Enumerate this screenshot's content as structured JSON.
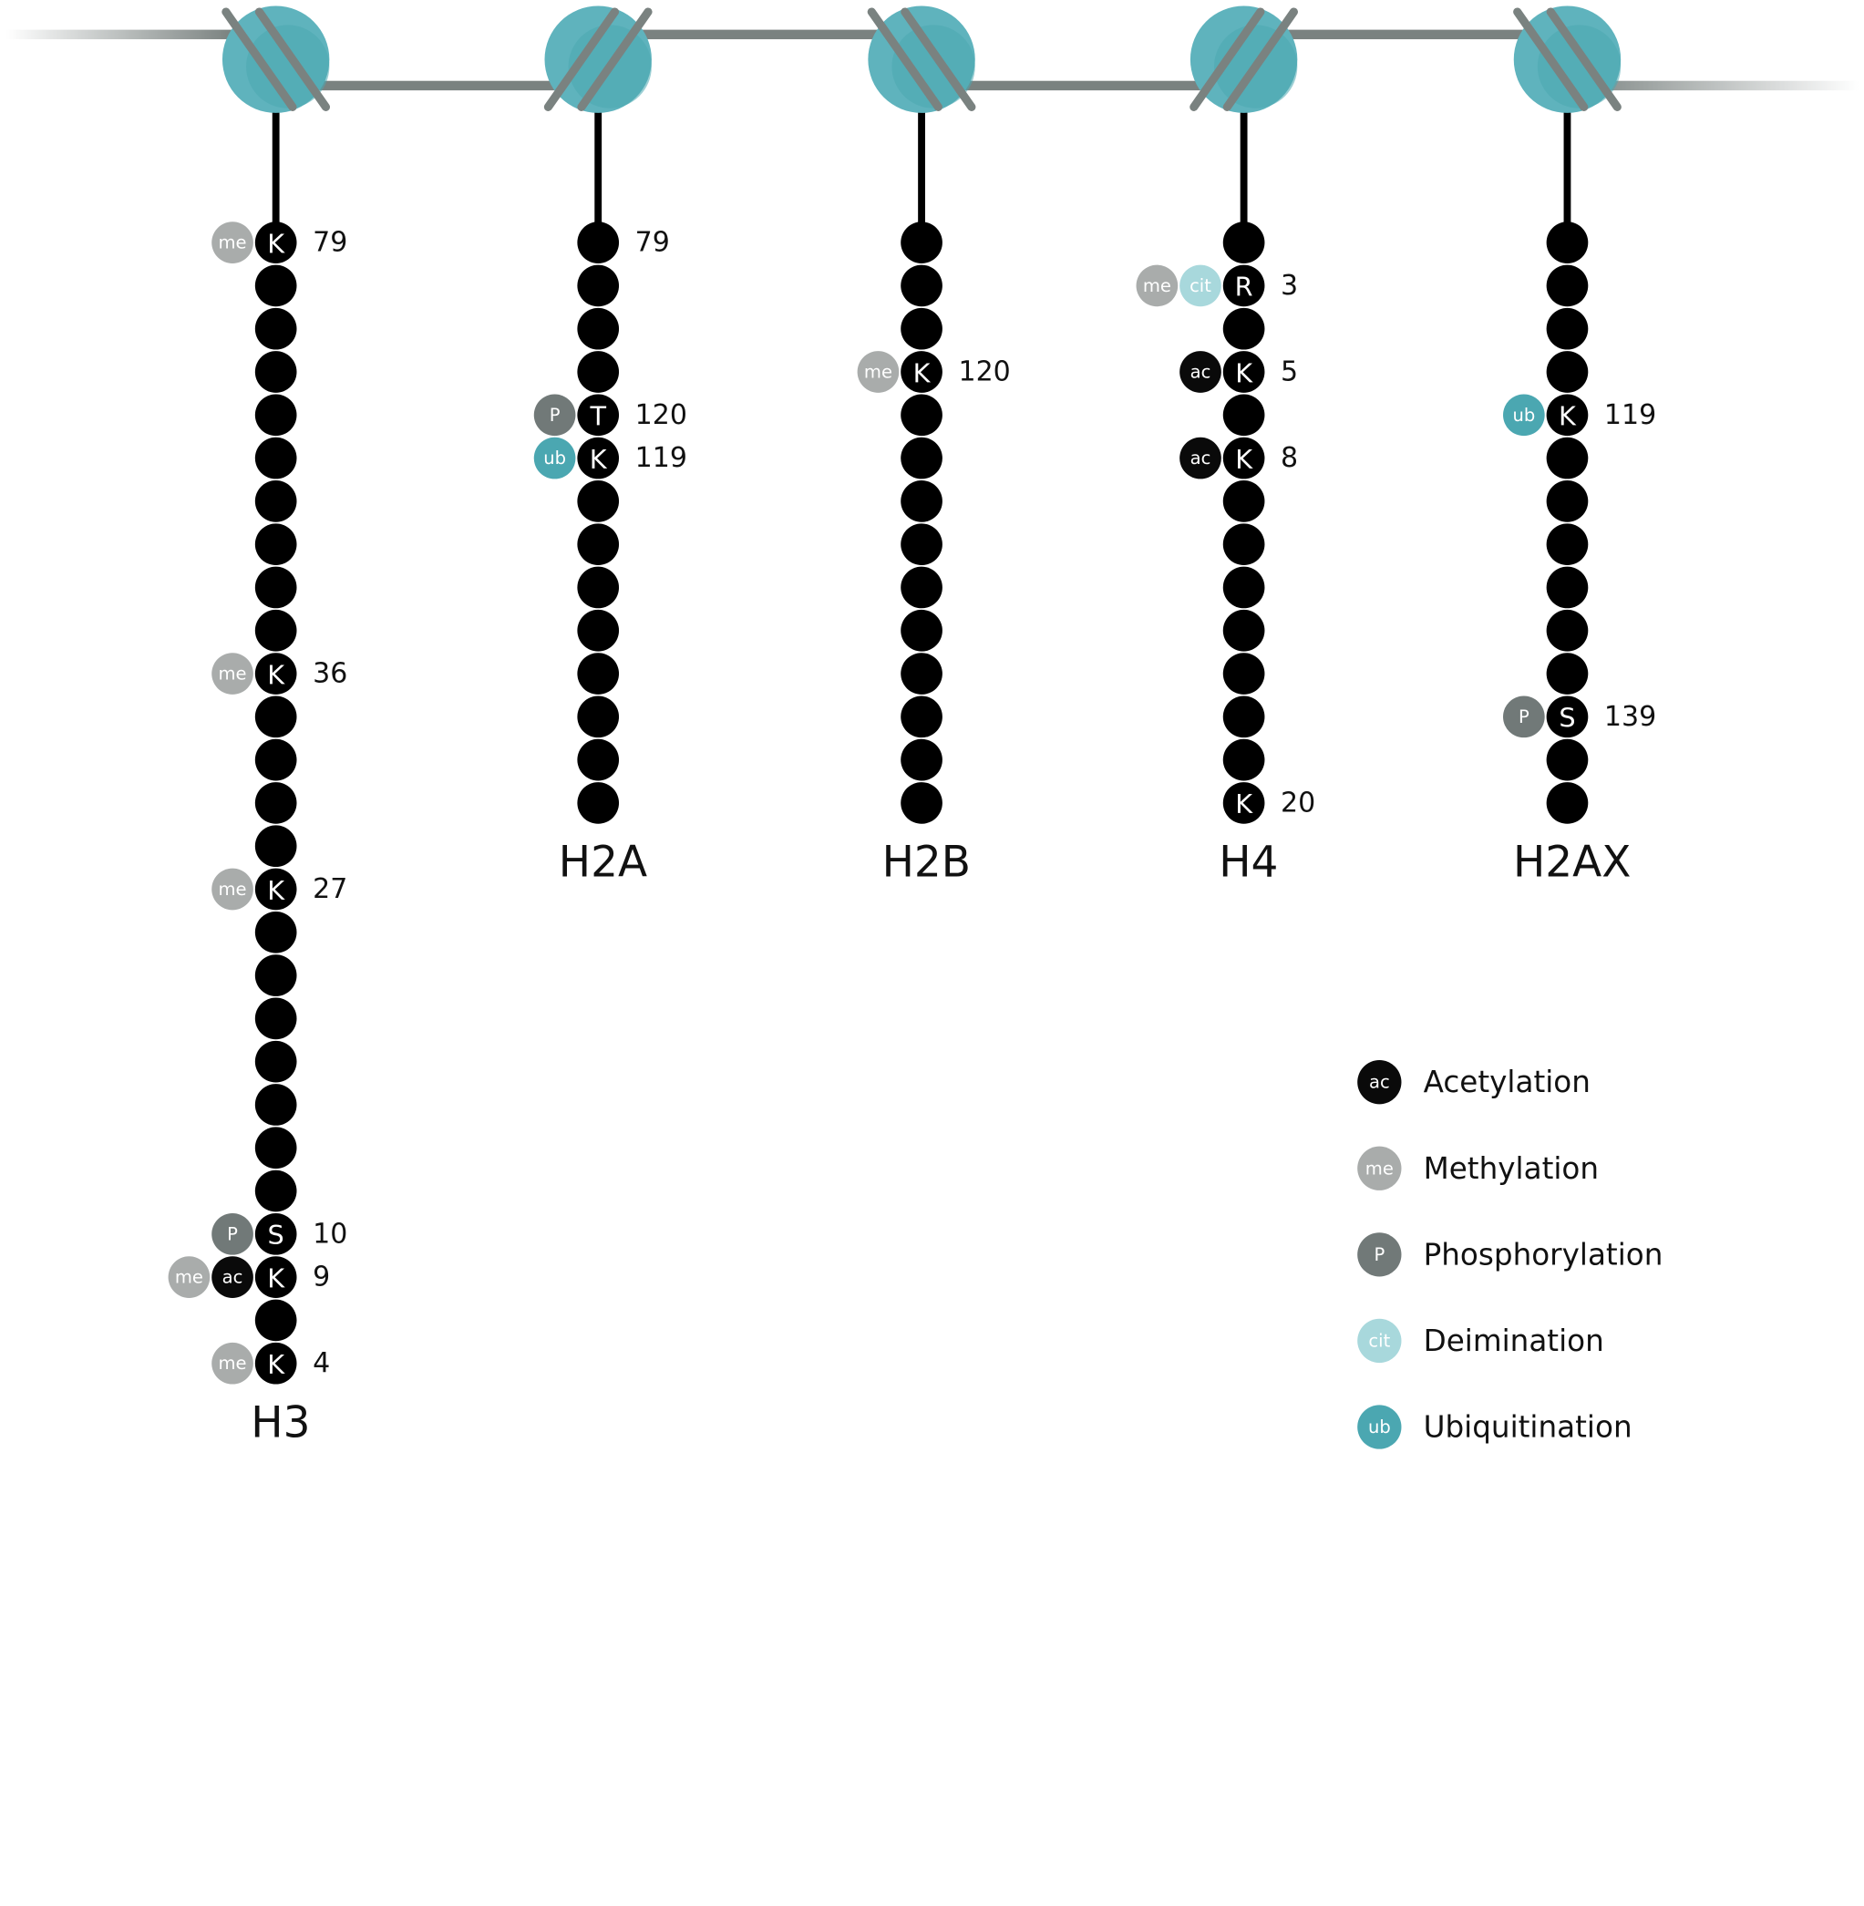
{
  "colors": {
    "ac": "#0a0a0a",
    "me": "#a9acab",
    "P": "#717978",
    "cit": "#a8d8dc",
    "ub": "#4ba7b1",
    "residue": "#000000",
    "nucleosome": "#5fb3bd",
    "dna": "#7a8280"
  },
  "histones": [
    {
      "name": "H3",
      "residues": 27,
      "marks": [
        {
          "index": 0,
          "letter": "K",
          "number": "79",
          "mods": [
            "me"
          ]
        },
        {
          "index": 10,
          "letter": "K",
          "number": "36",
          "mods": [
            "me"
          ]
        },
        {
          "index": 15,
          "letter": "K",
          "number": "27",
          "mods": [
            "me"
          ]
        },
        {
          "index": 23,
          "letter": "S",
          "number": "10",
          "mods": [
            "P"
          ]
        },
        {
          "index": 24,
          "letter": "K",
          "number": "9",
          "mods": [
            "me",
            "ac"
          ]
        },
        {
          "index": 26,
          "letter": "K",
          "number": "4",
          "mods": [
            "me"
          ]
        }
      ]
    },
    {
      "name": "H2A",
      "residues": 14,
      "marks": [
        {
          "index": 0,
          "letter": "",
          "number": "79",
          "mods": []
        },
        {
          "index": 4,
          "letter": "T",
          "number": "120",
          "mods": [
            "P"
          ]
        },
        {
          "index": 5,
          "letter": "K",
          "number": "119",
          "mods": [
            "ub"
          ]
        }
      ]
    },
    {
      "name": "H2B",
      "residues": 14,
      "marks": [
        {
          "index": 3,
          "letter": "K",
          "number": "120",
          "mods": [
            "me"
          ]
        }
      ]
    },
    {
      "name": "H4",
      "residues": 14,
      "marks": [
        {
          "index": 1,
          "letter": "R",
          "number": "3",
          "mods": [
            "me",
            "cit"
          ]
        },
        {
          "index": 3,
          "letter": "K",
          "number": "5",
          "mods": [
            "ac"
          ]
        },
        {
          "index": 5,
          "letter": "K",
          "number": "8",
          "mods": [
            "ac"
          ]
        },
        {
          "index": 13,
          "letter": "K",
          "number": "20",
          "mods": []
        }
      ]
    },
    {
      "name": "H2AX",
      "residues": 14,
      "marks": [
        {
          "index": 4,
          "letter": "K",
          "number": "119",
          "mods": [
            "ub"
          ]
        },
        {
          "index": 11,
          "letter": "S",
          "number": "139",
          "mods": [
            "P"
          ]
        }
      ]
    }
  ],
  "legend": [
    {
      "abbr": "ac",
      "label": "Acetylation"
    },
    {
      "abbr": "me",
      "label": "Methylation"
    },
    {
      "abbr": "P",
      "label": "Phosphorylation"
    },
    {
      "abbr": "cit",
      "label": "Deimination"
    },
    {
      "abbr": "ub",
      "label": "Ubiquitination"
    }
  ]
}
